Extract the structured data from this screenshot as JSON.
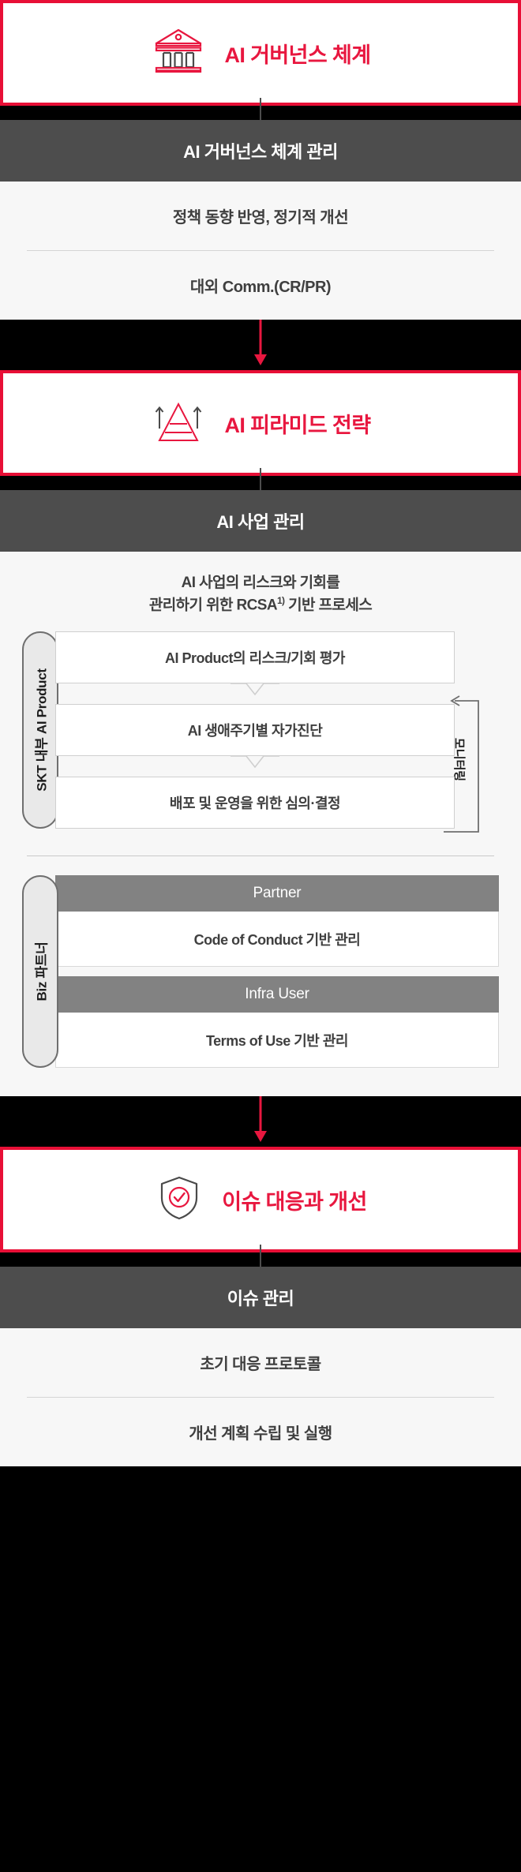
{
  "colors": {
    "red": "#e8173f",
    "dark_header": "#4d4d4d",
    "sub_header": "#828282",
    "panel_bg": "#f7f7f7",
    "gap_bg": "#000000",
    "text_dark": "#3f3f3f"
  },
  "blocks": [
    {
      "hero_title": "AI 거버넌스 체계",
      "hero_icon": "bank-pillars-icon",
      "section_title": "AI 거버넌스 체계 관리",
      "items": [
        "정책 동향 반영, 정기적 개선",
        "대외 Comm.(CR/PR)"
      ]
    },
    {
      "hero_title": "AI 피라미드 전략",
      "hero_icon": "pyramid-arrows-icon",
      "section_title": "AI 사업 관리",
      "intro_line1": "AI 사업의 리스크와 기회를",
      "intro_line2_pre": "관리하기 위한 RCSA",
      "intro_sup": "1)",
      "intro_line2_post": " 기반 프로세스",
      "product_group_label": "SKT 내부 AI Product",
      "product_steps": [
        "AI Product의 리스크/기회 평가",
        "AI 생애주기별 자가진단",
        "배포 및 운영을 위한 심의·결정"
      ],
      "monitoring_label": "모니터링",
      "partner_group_label": "Biz 파트너",
      "partner_rows": [
        {
          "header": "Partner",
          "body": "Code of Conduct 기반 관리"
        },
        {
          "header": "Infra User",
          "body": "Terms of Use 기반 관리"
        }
      ]
    },
    {
      "hero_title": "이슈 대응과 개선",
      "hero_icon": "shield-check-icon",
      "section_title": "이슈 관리",
      "items": [
        "초기 대응 프로토콜",
        "개선 계획 수립 및 실행"
      ]
    }
  ]
}
